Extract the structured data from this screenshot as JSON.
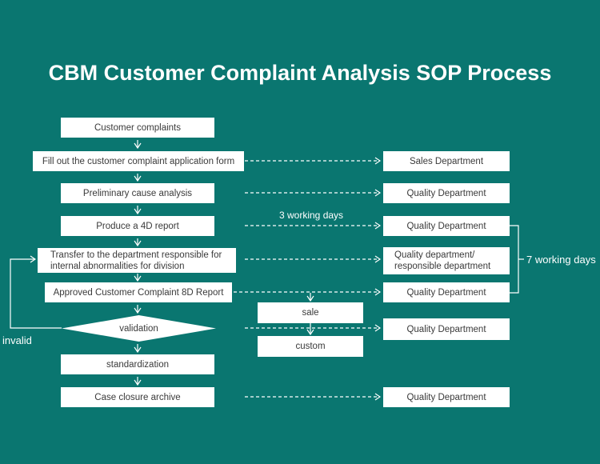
{
  "title": "CBM Customer Complaint Analysis SOP Process",
  "steps": [
    "Customer complaints",
    "Fill out the customer complaint application form",
    "Preliminary cause analysis",
    "Produce a 4D report",
    "Transfer to the department responsible for internal abnormalities for division",
    "Approved Customer Complaint 8D Report",
    "validation",
    "standardization",
    "Case closure archive"
  ],
  "departments": [
    "Sales Department",
    "Quality Department",
    "Quality Department",
    "Quality department/ responsible department",
    "Quality Department",
    "Quality Department",
    "Quality Department"
  ],
  "sub_boxes": [
    "sale",
    "custom"
  ],
  "labels": {
    "three_days": "3 working days",
    "seven_days": "7 working days",
    "invalid": "invalid"
  }
}
